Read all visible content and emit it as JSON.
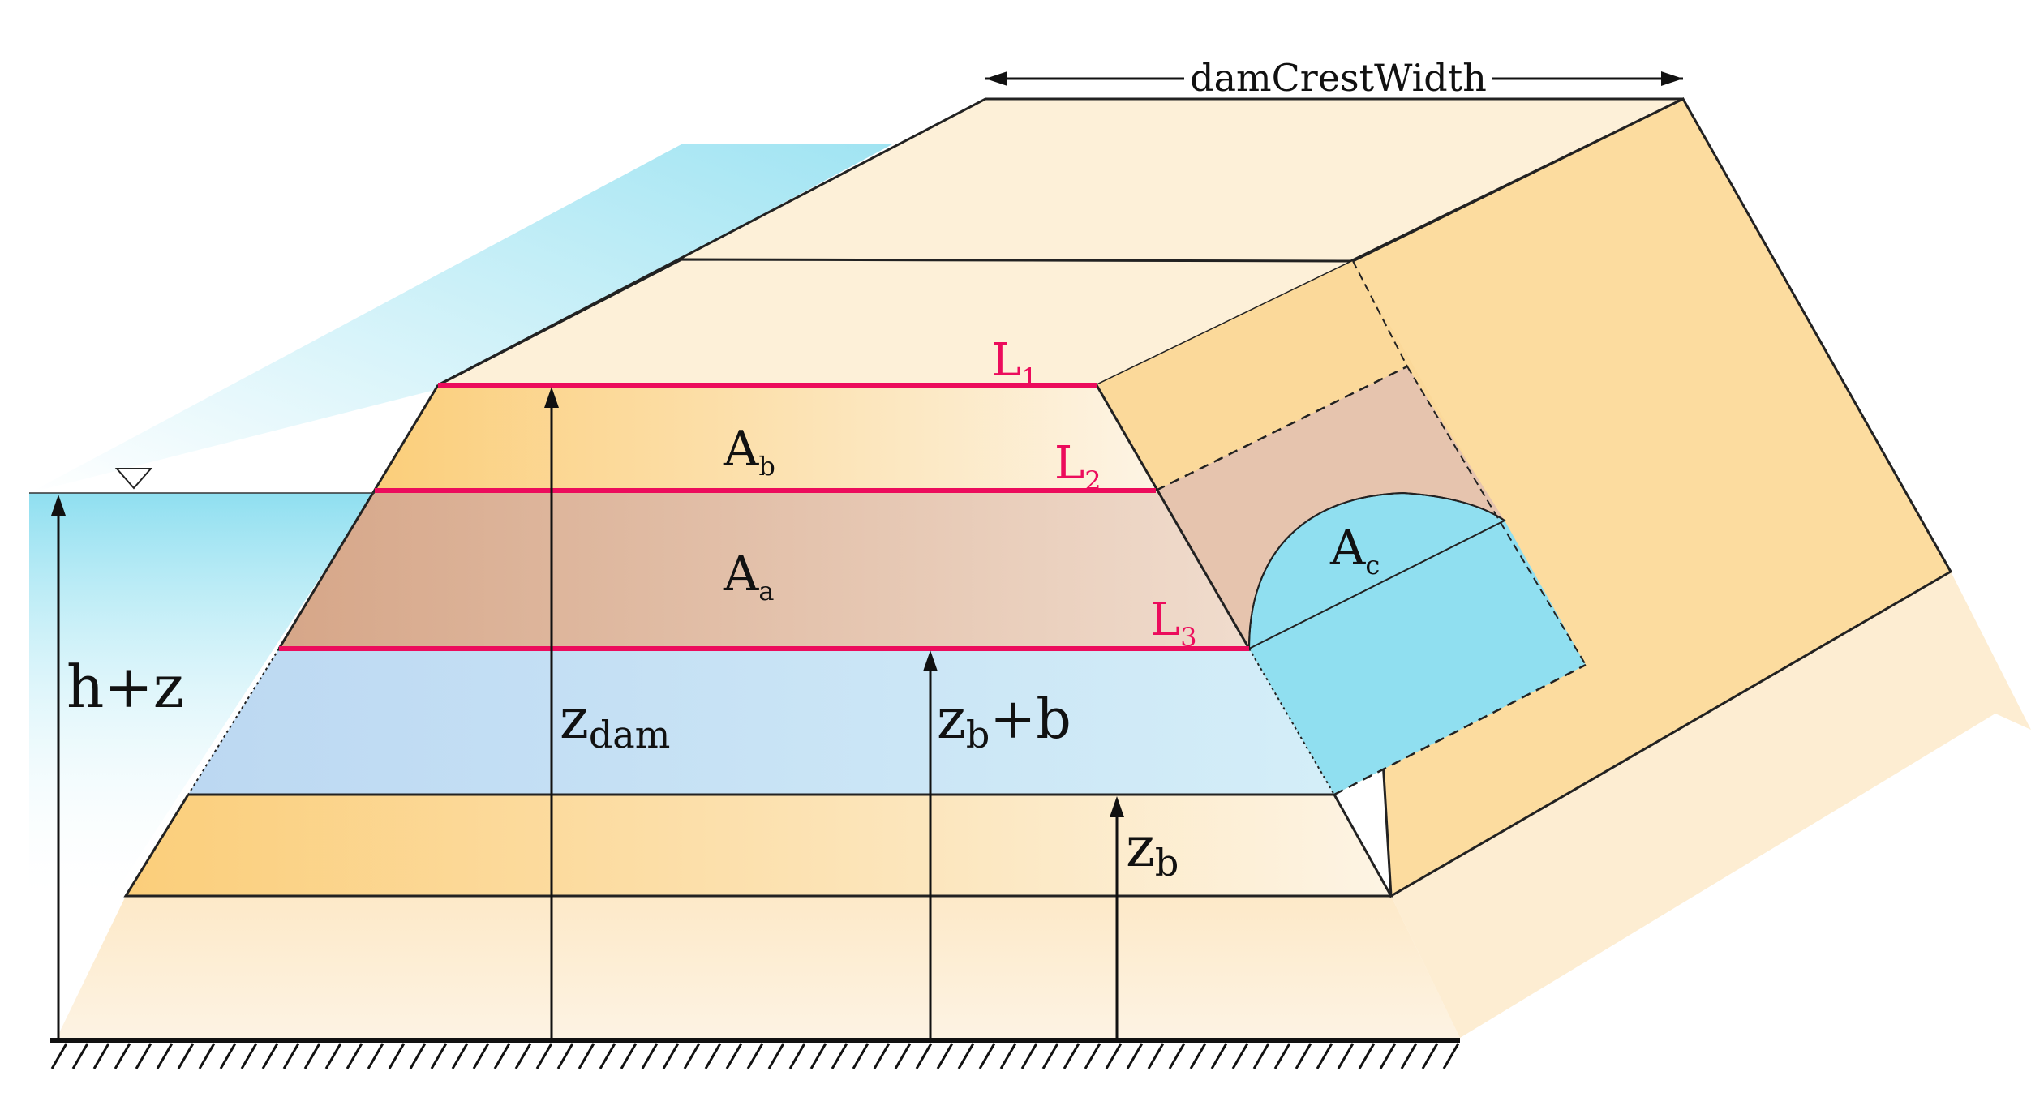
{
  "labels": {
    "crest_width": "damCrestWidth",
    "L1_main": "L",
    "L1_sub": "1",
    "L2_main": "L",
    "L2_sub": "2",
    "L3_main": "L",
    "L3_sub": "3",
    "Ab_main": "A",
    "Ab_sub": "b",
    "Aa_main": "A",
    "Aa_sub": "a",
    "Ac_main": "A",
    "Ac_sub": "c",
    "hz": "h+z",
    "zdam_main": "z",
    "zdam_sub": "dam",
    "zbb_main": "z",
    "zbb_sub": "b",
    "zbb_tail": "+b",
    "zb_main": "z",
    "zb_sub": "b"
  },
  "colors": {
    "water": "#8fdff0",
    "dam_light": "#fdf0d8",
    "dam_mid": "#fde3b8",
    "dam_side": "#fbd99a",
    "breach_zone": "#c5def5",
    "layer_a": "#dcb39c",
    "layer_l": "#ec0c5c",
    "ink": "#111111"
  },
  "icons": [
    "water-level-triangle-icon",
    "ground-hatch-icon"
  ]
}
